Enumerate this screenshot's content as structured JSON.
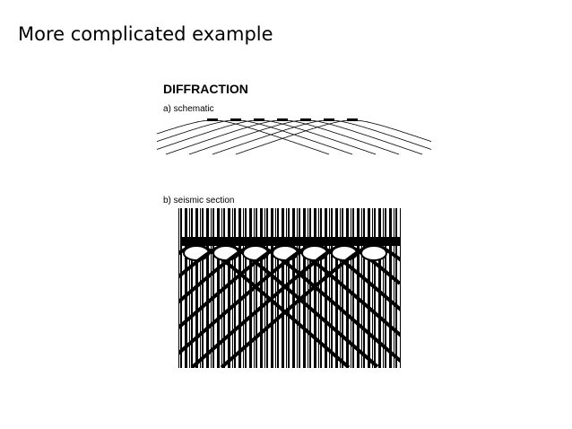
{
  "slide": {
    "title": "More complicated example"
  },
  "figure": {
    "title": "DIFFRACTION",
    "panel_a_label": "a) schematic",
    "panel_b_label": "b) seismic section",
    "diffractor_count": 7,
    "ink_color": "#000000",
    "background_color": "#ffffff"
  }
}
